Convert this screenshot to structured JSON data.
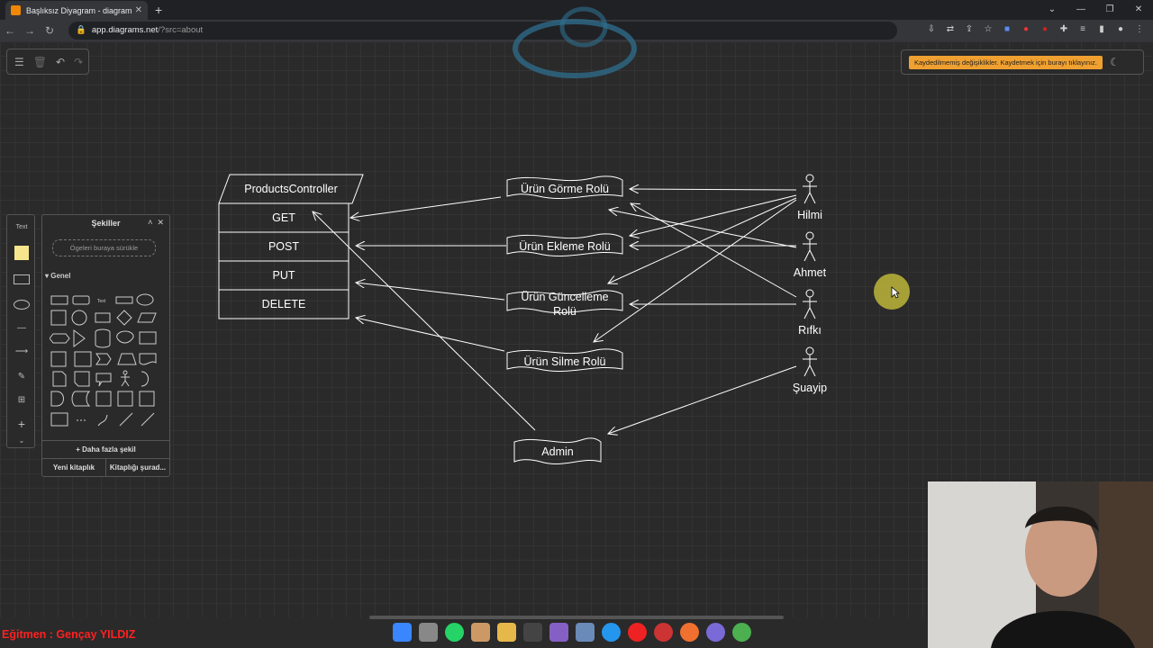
{
  "browser": {
    "tab_title": "Başlıksız Diyagram - diagrams.ne",
    "url_host": "app.diagrams.net",
    "url_path": "/?src=about"
  },
  "app": {
    "unsaved_notice": "Kaydedilmemiş değişiklikler. Kaydetmek için burayı tıklayınız."
  },
  "tools": {
    "text_label": "Text"
  },
  "shapes_panel": {
    "title": "Şekiller",
    "drop_zone": "Ögeleri buraya sürükle",
    "section_general": "Genel",
    "more_shapes": "+ Daha fazla şekil",
    "new_library": "Yeni kitaplık",
    "open_library": "Kitaplığı şurad..."
  },
  "diagram": {
    "controller": {
      "title": "ProductsController",
      "methods": [
        "GET",
        "POST",
        "PUT",
        "DELETE"
      ]
    },
    "roles": [
      "Ürün Görme Rolü",
      "Ürün Ekleme Rolü",
      "Ürün Güncelleme",
      "Rolü",
      "Ürün Silme Rolü",
      "Admin"
    ],
    "actors": [
      "Hilmi",
      "Ahmet",
      "Rıfkı",
      "Şuayip"
    ]
  },
  "overlay": {
    "instructor": "Eğitmen : Gençay YILDIZ"
  },
  "colors": {
    "canvas_bg": "#2a2a2a",
    "notice_bg": "#f0a030",
    "instructor_text": "#ff2020",
    "diagram_stroke": "#ffffff"
  }
}
